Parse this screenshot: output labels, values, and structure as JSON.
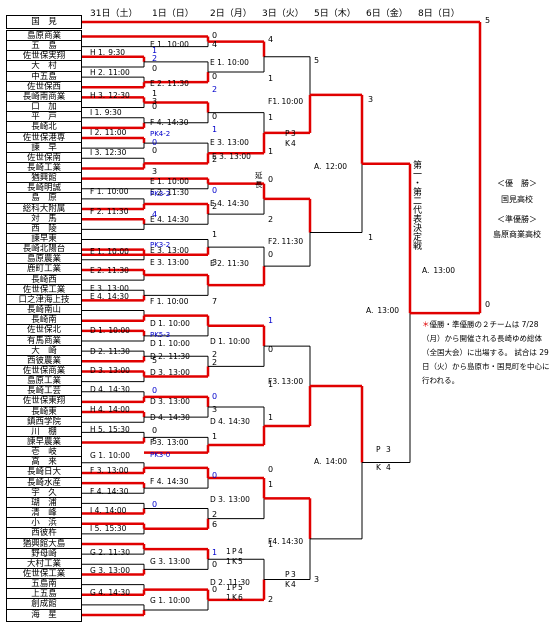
{
  "dates": [
    "31日（土）",
    "1日（日）",
    "2日（月）",
    "3日（火）",
    "5日（木）",
    "6日（金）",
    "8日（日）"
  ],
  "teams": [
    "国　見",
    "島原商業",
    "五　島",
    "佐世保実翔",
    "大　村",
    "中五島",
    "佐世保西",
    "長崎南商業",
    "口　加",
    "平　戸",
    "長崎北",
    "佐世保港専",
    "諫　早",
    "佐世保南",
    "長崎工業",
    "猶興館",
    "長崎明誠",
    "島　原",
    "総科大附属",
    "対　馬",
    "西　陵",
    "諫早東",
    "長崎北陽台",
    "島原農業",
    "鹿町工業",
    "長崎西",
    "佐世保工業",
    "口之津海上技",
    "長崎南山",
    "長崎南",
    "佐世保北",
    "有馬商業",
    "大　崎",
    "西彼農業",
    "佐世保商業",
    "島原工業",
    "長崎工芸",
    "佐世保東翔",
    "長崎東",
    "鎮西学院",
    "川　棚",
    "諫早農業",
    "壱　岐",
    "高　来",
    "長崎日大",
    "長崎水産",
    "宇　久",
    "瑚　浦",
    "清　峰",
    "小　浜",
    "西彼杵",
    "猶興館大島",
    "野母崎",
    "大村工業",
    "佐世保工業",
    "五島南",
    "上五島",
    "創成館",
    "海　星"
  ],
  "round1": [
    {
      "code": "H 1.",
      "time": "9:30"
    },
    {
      "code": "H 2.",
      "time": "11:00"
    },
    {
      "code": "H 3.",
      "time": "12:30"
    },
    {
      "code": "I 1.",
      "time": "9:30"
    },
    {
      "code": "I 2.",
      "time": "11:00"
    },
    {
      "code": "I 3.",
      "time": "12:30"
    },
    {
      "code": "F 1.",
      "time": "10:00"
    },
    {
      "code": "F 2.",
      "time": "11:30"
    },
    {
      "code": "E 1.",
      "time": "10:00"
    },
    {
      "code": "E 2.",
      "time": "11:30"
    },
    {
      "code": "E 3.",
      "time": "13:00"
    },
    {
      "code": "E 4.",
      "time": "14:30"
    },
    {
      "code": "D 1.",
      "time": "10:00"
    },
    {
      "code": "D 2.",
      "time": "11:30"
    },
    {
      "code": "D 3.",
      "time": "13:00"
    },
    {
      "code": "D 4.",
      "time": "14:30"
    },
    {
      "code": "H 4.",
      "time": "14:00"
    },
    {
      "code": "H 5.",
      "time": "15:30"
    },
    {
      "code": "G 1.",
      "time": "10:00"
    },
    {
      "code": "F 3.",
      "time": "13:00"
    },
    {
      "code": "F 4.",
      "time": "14:30"
    },
    {
      "code": "I 4.",
      "time": "14:00"
    },
    {
      "code": "I 5.",
      "time": "15:30"
    },
    {
      "code": "G 2.",
      "time": "11:30"
    },
    {
      "code": "G 3.",
      "time": "13:00"
    },
    {
      "code": "G 4.",
      "time": "14:30"
    }
  ],
  "round2": [
    {
      "code": "E 1.",
      "time": "10:00"
    },
    {
      "code": "E 2.",
      "time": "11:30"
    },
    {
      "code": "F 4.",
      "time": "14:30"
    },
    {
      "code": "E 3.",
      "time": "13:00"
    },
    {
      "code": "E 2.",
      "time": "11:30"
    },
    {
      "code": "E 3.",
      "time": "13:00"
    },
    {
      "code": "E 4.",
      "time": "14:30"
    },
    {
      "code": "E 1.",
      "time": "10:00"
    },
    {
      "code": "E 3.",
      "time": "13:00"
    },
    {
      "code": "F 1.",
      "time": "10:00"
    },
    {
      "code": "D 1.",
      "time": "10:00"
    },
    {
      "code": "D 1.",
      "time": "10:00"
    },
    {
      "code": "D 2.",
      "time": "11:30"
    },
    {
      "code": "D 3.",
      "time": "13:00"
    },
    {
      "code": "D 3.",
      "time": "13:00"
    },
    {
      "code": "D 4.",
      "time": "14:30"
    },
    {
      "code": "F 3.",
      "time": "13:00"
    },
    {
      "code": "F 4.",
      "time": "14:30"
    },
    {
      "code": "G 3.",
      "time": "13:00"
    },
    {
      "code": "G 1.",
      "time": "10:00"
    }
  ],
  "round3": [
    {
      "code": "E 1.",
      "time": "10:00"
    },
    {
      "code": "E 3.",
      "time": "13:00"
    },
    {
      "code": "E 4.",
      "time": "14:30"
    },
    {
      "code": "E 2.",
      "time": "11:30"
    },
    {
      "code": "D 1.",
      "time": "10:00"
    },
    {
      "code": "D 4.",
      "time": "14:30"
    },
    {
      "code": "D 3.",
      "time": "13:00"
    },
    {
      "code": "D 2.",
      "time": "11:30"
    }
  ],
  "round4": [
    {
      "code": "F1.",
      "time": "10:00"
    },
    {
      "code": "F2.",
      "time": "11:30"
    },
    {
      "code": "F3.",
      "time": "13:00"
    },
    {
      "code": "F4.",
      "time": "14:30"
    }
  ],
  "semis": [
    {
      "code": "A.",
      "time": "12:00"
    },
    {
      "code": "A.",
      "time": "14:00"
    }
  ],
  "final": {
    "code": "A.",
    "time": "13:00"
  },
  "rep_final": {
    "code": "A.",
    "time": "13:00"
  },
  "extra_top": {
    "label": "延",
    "note": "長"
  },
  "pk": [
    "PK4-2",
    "PK3-2",
    "PK3-2",
    "PK5-3",
    "PK3-0"
  ],
  "pk_note": [
    "P",
    "3",
    "K",
    "4",
    "P",
    "3",
    "K",
    "4",
    "P",
    "3",
    "K",
    "4",
    "1",
    "P",
    "4",
    "1",
    "K",
    "5",
    "1",
    "P",
    "5",
    "1",
    "K",
    "6"
  ],
  "scores": [
    "0",
    "4",
    "1",
    "2",
    "4",
    "5",
    "0",
    "0",
    "1",
    "2",
    "1",
    "3",
    "0",
    "0",
    "1",
    "1",
    "0",
    "0",
    "1",
    "2",
    "0",
    "2",
    "3",
    "0",
    "2",
    "4",
    "1",
    "0",
    "3",
    "7",
    "1",
    "0",
    "5",
    "2",
    "2",
    "1",
    "0",
    "0",
    "3",
    "1",
    "0",
    "5",
    "1",
    "0",
    "0",
    "1",
    "6",
    "0",
    "2",
    "1",
    "3",
    "1",
    "0",
    "0",
    "2"
  ],
  "right": {
    "vertical": "第一・第二代表決定戦",
    "champ_title": "＜優　勝＞",
    "champ_team": "国見高校",
    "runner_title": "＜準優勝＞",
    "runner_team": "島原商業高校",
    "score_top": "5",
    "score_bottom": "0",
    "semi_score_top": "3",
    "semi_score_bottom": "1",
    "note_star": "＊",
    "note": "優勝・準優勝の２チームは 7/28（月）から開催される長崎ゆめ総体（全国大会）に出場する。 試合は 29 日（火）から島原市・国見町を中心に行われる。"
  }
}
